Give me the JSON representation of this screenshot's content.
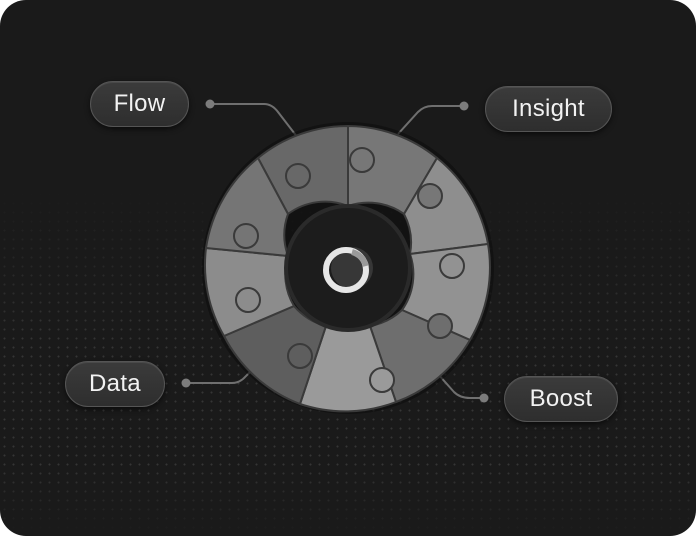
{
  "labels": {
    "flow": "Flow",
    "insight": "Insight",
    "data": "Data",
    "boost": "Boost"
  },
  "colors": {
    "background": "#1a1a1a",
    "pill": "#333333",
    "connector": "#777777",
    "ring_outer": "#8a8a8a",
    "ring_inner": "#1f1f1f",
    "center_icon": "#e6e6e6"
  },
  "icons": {
    "center": "ring-loader-icon"
  }
}
